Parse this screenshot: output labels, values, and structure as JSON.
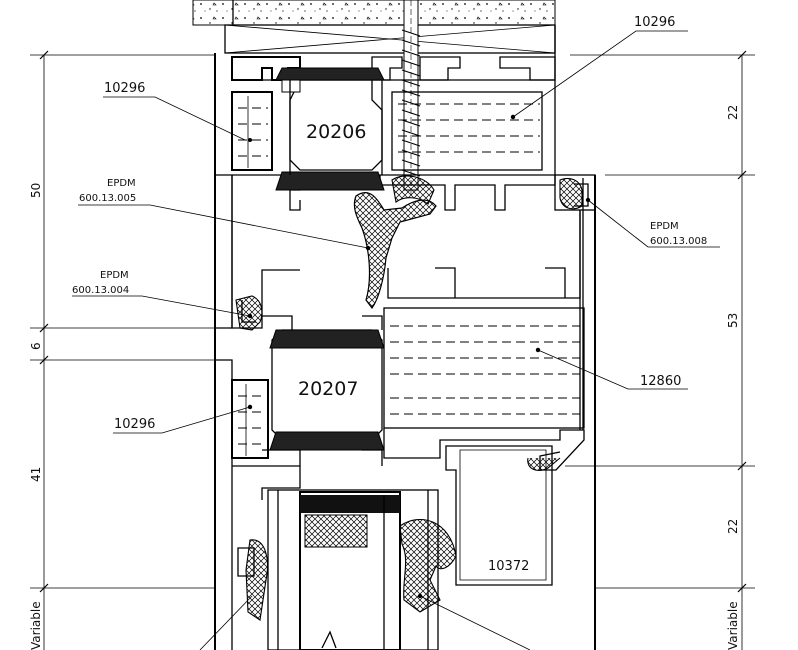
{
  "profiles": {
    "top_glazing_bead": "10296",
    "left_top_bead": "10296",
    "left_bottom_bead": "10296",
    "upper_thermal_break": "20206",
    "lower_thermal_break": "20207",
    "large_chamber": "12860",
    "drip_profile": "10372"
  },
  "gaskets": {
    "upper": {
      "material": "EPDM",
      "code": "600.13.005"
    },
    "lower": {
      "material": "EPDM",
      "code": "600.13.004"
    },
    "right": {
      "material": "EPDM",
      "code": "600.13.008"
    }
  },
  "dimensions_left": {
    "upper": "50",
    "gap": "6",
    "lower": "41",
    "bottom": "Variable"
  },
  "dimensions_right": {
    "top": "22",
    "middle": "53",
    "lower": "22",
    "bottom": "Variable"
  }
}
